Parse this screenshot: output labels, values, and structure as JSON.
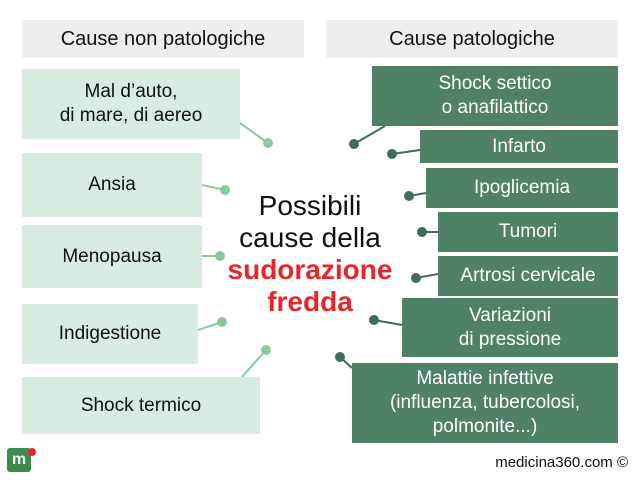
{
  "headers": {
    "left": "Cause non patologiche",
    "right": "Cause patologiche"
  },
  "center": {
    "line1": "Possibili",
    "line2": "cause della",
    "line3": "sudorazione",
    "line4": "fredda"
  },
  "left_causes": [
    "Mal d’auto,\ndi mare, di aereo",
    "Ansia",
    "Menopausa",
    "Indigestione",
    "Shock termico"
  ],
  "right_causes": [
    "Shock settico\no anafilattico",
    "Infarto",
    "Ipoglicemia",
    "Tumori",
    "Artrosi cervicale",
    "Variazioni\ndi pressione",
    "Malattie infettive\n(influenza, tubercolosi,\npolmonite...)"
  ],
  "logo": {
    "letter": "m"
  },
  "credit": "medicina360.com ©",
  "colors": {
    "left_box": "#d8eddf",
    "right_box": "#4f8166",
    "left_connector": "#8cc9a0",
    "right_connector": "#3f6e55",
    "accent": "#e8262a"
  }
}
